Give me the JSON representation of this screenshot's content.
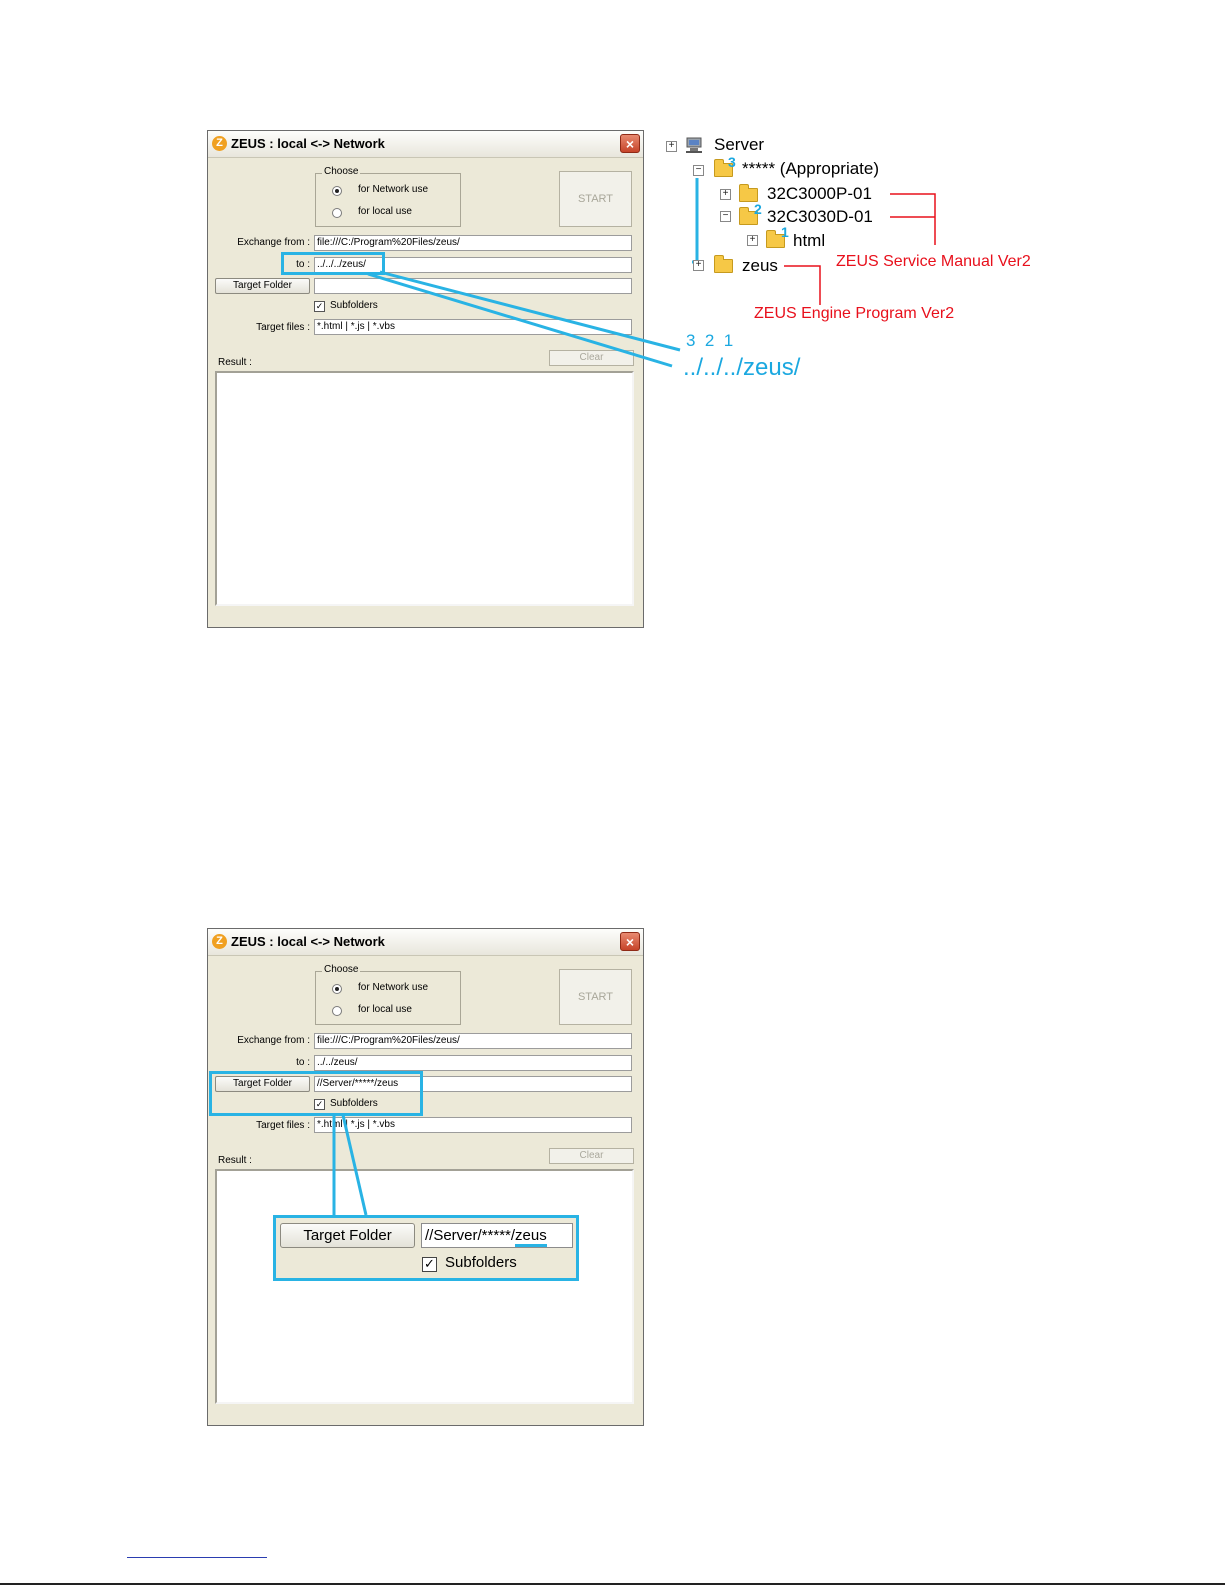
{
  "window_title": "ZEUS : local <-> Network",
  "app_icon_glyph": "Z",
  "close_glyph": "×",
  "choose": {
    "label": "Choose",
    "network": "for Network use",
    "local": "for local use"
  },
  "start_label": "START",
  "exchange_from": {
    "label": "Exchange from :",
    "value": "file:///C:/Program%20Files/zeus/"
  },
  "to_label": "to :",
  "target_folder_label": "Target Folder",
  "subfolders_label": "Subfolders",
  "target_files": {
    "label": "Target files :",
    "value": "*.html | *.js | *.vbs"
  },
  "result_label": "Result :",
  "clear_label": "Clear",
  "check_glyph": "✓",
  "window1": {
    "to_value": "../../../zeus/",
    "target_folder_value": ""
  },
  "window2": {
    "to_value": "../../zeus/",
    "target_folder_value": "//Server/*****/zeus"
  },
  "tree": {
    "server": "Server",
    "appropriate": "***** (Appropriate)",
    "item1": "32C3000P-01",
    "item2": "32C3030D-01",
    "html": "html",
    "zeus": "zeus",
    "plus": "+",
    "minus": "−",
    "nums": [
      "3",
      "2",
      "1"
    ]
  },
  "annotations": {
    "service_manual": "ZEUS Service Manual Ver2",
    "engine_program": "ZEUS Engine Program Ver2",
    "level_numbers": "3  2  1",
    "path_example": "../../../zeus/"
  },
  "zoom": {
    "target_folder": "Target Folder",
    "value_prefix": "//Server/*****/",
    "value_suffix": "zeus",
    "subfolders": "Subfolders"
  },
  "colors": {
    "highlight": "#29b3e4",
    "annotation_red": "#e8101c",
    "window_bg": "#ece9d8"
  }
}
